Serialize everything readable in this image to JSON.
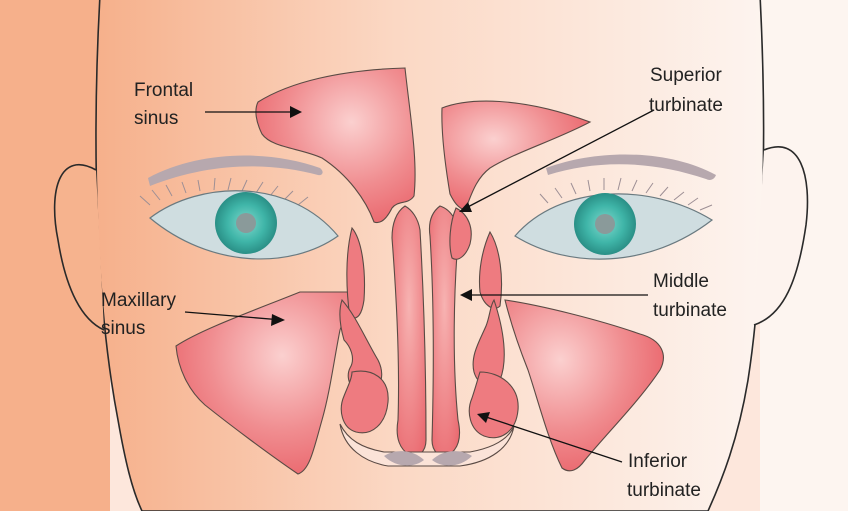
{
  "labels": {
    "frontal_sinus": [
      "Frontal",
      "sinus"
    ],
    "maxillary_sinus": [
      "Maxillary",
      "sinus"
    ],
    "superior_turbinate": [
      "Superior",
      "turbinate"
    ],
    "middle_turbinate": [
      "Middle",
      "turbinate"
    ],
    "inferior_turbinate": [
      "Inferior",
      "turbinate"
    ]
  },
  "colors": {
    "skin_left": "#f7b48f",
    "skin_right": "#fdf3ee",
    "sinus_fill": "#ec6d72",
    "sinus_highlight": "#fbd0cf",
    "eye_white": "#cfdde0",
    "iris": "#3fb5a8",
    "pupil": "#8a9a9a",
    "brow": "#b3a3aa"
  }
}
